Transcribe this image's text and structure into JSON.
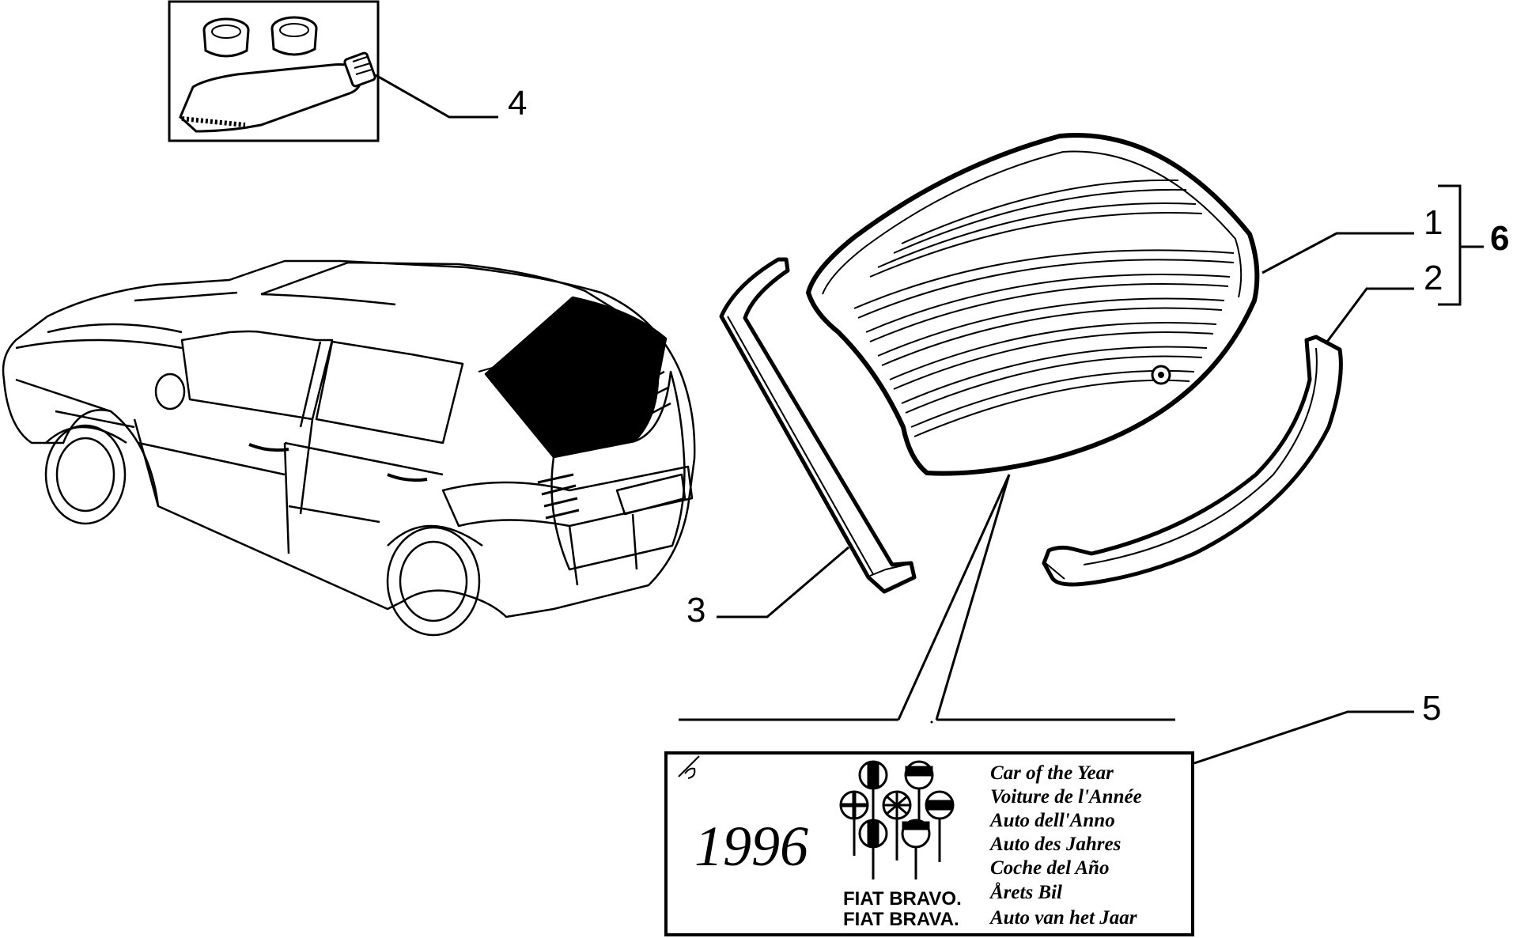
{
  "callouts": {
    "c1": "1",
    "c2": "2",
    "c3": "3",
    "c4": "4",
    "c5": "5",
    "c6": "6"
  },
  "badge": {
    "year": "1996",
    "models": [
      "FIAT BRAVO.",
      "FIAT BRAVA."
    ],
    "lines": [
      "Car of the Year",
      "Voiture de l'Année",
      "Auto dell'Anno",
      "Auto des Jahres",
      "Coche del Año",
      "Årets Bil",
      "Auto van het Jaar"
    ]
  }
}
